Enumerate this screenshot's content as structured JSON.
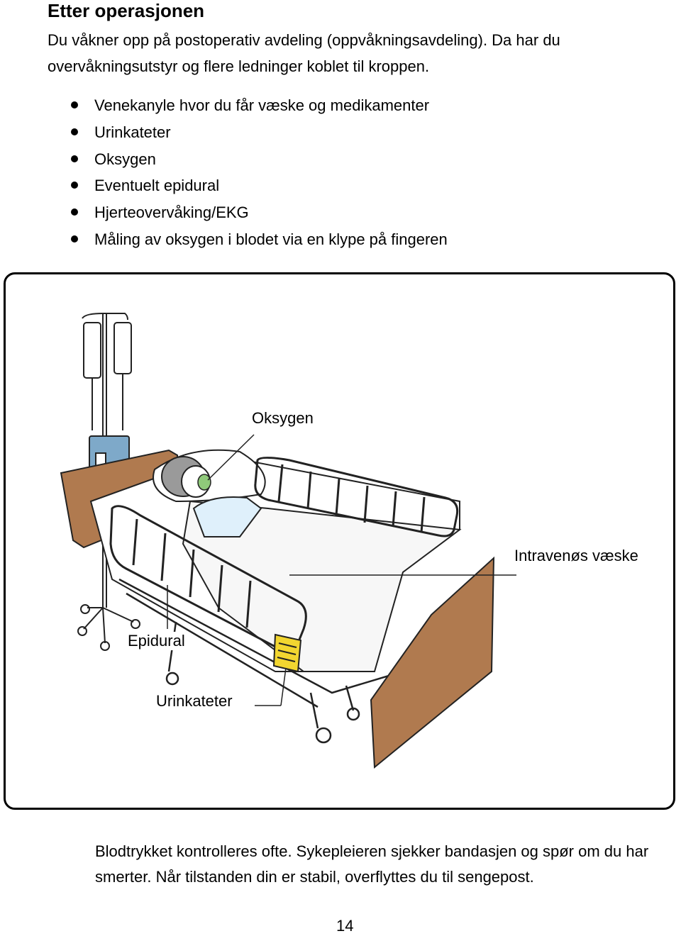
{
  "heading": "Etter operasjonen",
  "intro": "Du våkner opp på postoperativ avdeling (oppvåkningsavdeling). Da har du overvåkningsutstyr og flere ledninger koblet til kroppen.",
  "bullets": [
    "Venekanyle hvor du får væske og medikamenter",
    "Urinkateter",
    "Oksygen",
    "Eventuelt epidural",
    "Hjerteovervåking/EKG",
    "Måling av oksygen i blodet via en klype på fingeren"
  ],
  "figure": {
    "labels": {
      "oxygen": "Oksygen",
      "iv": "Intravenøs væske",
      "epidural": "Epidural",
      "catheter": "Urinkateter"
    },
    "colors": {
      "bed_panel": "#b07a4f",
      "oxygen_mask": "#8fc97a",
      "urine_bag": "#f2d630",
      "iv_pump": "#7ea9c9",
      "hair": "#9a9a9a"
    }
  },
  "bottom_text": "Blodtrykket kontrolleres ofte. Sykepleieren sjekker bandasjen og spør om du har smerter. Når tilstanden din er stabil, overflyttes du til sengepost.",
  "page_number": "14"
}
